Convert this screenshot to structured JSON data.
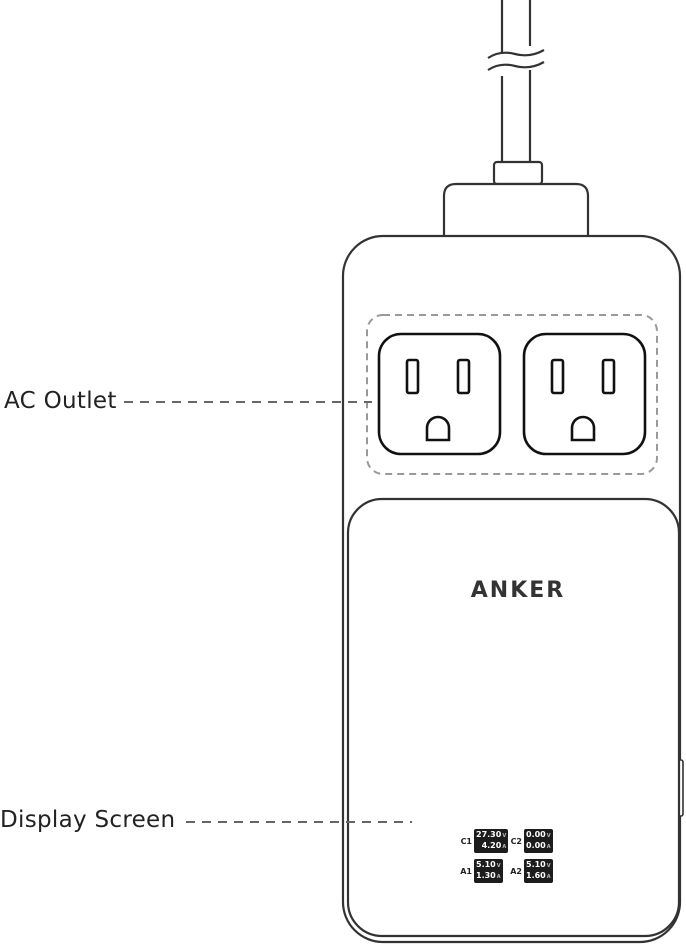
{
  "callouts": {
    "ac_outlet": "AC Outlet",
    "display_screen": "Display Screen"
  },
  "device": {
    "brand": "ANKER"
  },
  "display": {
    "ports": [
      {
        "id": "C1",
        "voltage": "27.30",
        "voltage_unit": "V",
        "current": "4.20",
        "current_unit": "A"
      },
      {
        "id": "C2",
        "voltage": "0.00",
        "voltage_unit": "V",
        "current": "0.00",
        "current_unit": "A"
      },
      {
        "id": "A1",
        "voltage": "5.10",
        "voltage_unit": "V",
        "current": "1.30",
        "current_unit": "A"
      },
      {
        "id": "A2",
        "voltage": "5.10",
        "voltage_unit": "V",
        "current": "1.60",
        "current_unit": "A"
      }
    ]
  },
  "colors": {
    "outline": "#333333",
    "dashed": "#999999",
    "screen": "#1c1c1c"
  }
}
